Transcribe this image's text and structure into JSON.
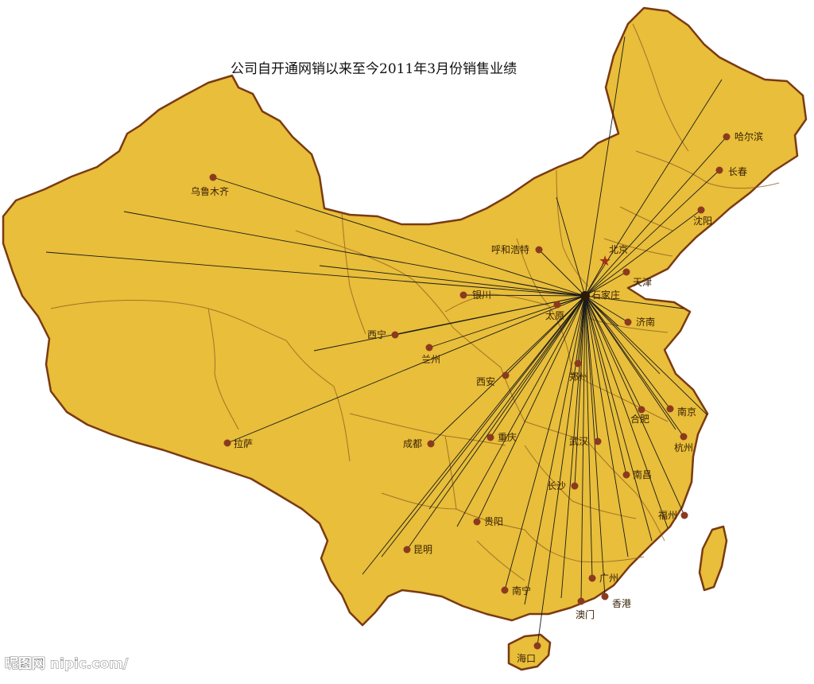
{
  "title": "公司自开通网销以来至今2011年3月份销售业绩",
  "watermark": "昵图网 nipic.com/",
  "colors": {
    "land": "#E8BE3A",
    "border": "#7A3A12",
    "route": "#1a1a1a",
    "city_dot": "#8B3A1F",
    "hub_dot": "#2a1a0a",
    "capital_star": "#A0301A"
  },
  "hub": {
    "name": "石家庄",
    "icon": "hub-point-icon"
  },
  "cities": [
    {
      "name": "乌鲁木齐",
      "role": "city"
    },
    {
      "name": "哈尔滨",
      "role": "city"
    },
    {
      "name": "长春",
      "role": "city"
    },
    {
      "name": "沈阳",
      "role": "city"
    },
    {
      "name": "呼和浩特",
      "role": "city"
    },
    {
      "name": "北京",
      "role": "capital"
    },
    {
      "name": "天津",
      "role": "city"
    },
    {
      "name": "银川",
      "role": "city"
    },
    {
      "name": "太原",
      "role": "city"
    },
    {
      "name": "济南",
      "role": "city"
    },
    {
      "name": "西宁",
      "role": "city"
    },
    {
      "name": "兰州",
      "role": "city"
    },
    {
      "name": "西安",
      "role": "city"
    },
    {
      "name": "郑州",
      "role": "city"
    },
    {
      "name": "南京",
      "role": "city"
    },
    {
      "name": "合肥",
      "role": "city"
    },
    {
      "name": "杭州",
      "role": "city"
    },
    {
      "name": "拉萨",
      "role": "city"
    },
    {
      "name": "成都",
      "role": "city"
    },
    {
      "name": "重庆",
      "role": "city"
    },
    {
      "name": "武汉",
      "role": "city"
    },
    {
      "name": "南昌",
      "role": "city"
    },
    {
      "name": "长沙",
      "role": "city"
    },
    {
      "name": "贵阳",
      "role": "city"
    },
    {
      "name": "福州",
      "role": "city"
    },
    {
      "name": "昆明",
      "role": "city"
    },
    {
      "name": "广州",
      "role": "city"
    },
    {
      "name": "南宁",
      "role": "city"
    },
    {
      "name": "香港",
      "role": "city"
    },
    {
      "name": "澳门",
      "role": "city"
    },
    {
      "name": "海口",
      "role": "city"
    }
  ]
}
